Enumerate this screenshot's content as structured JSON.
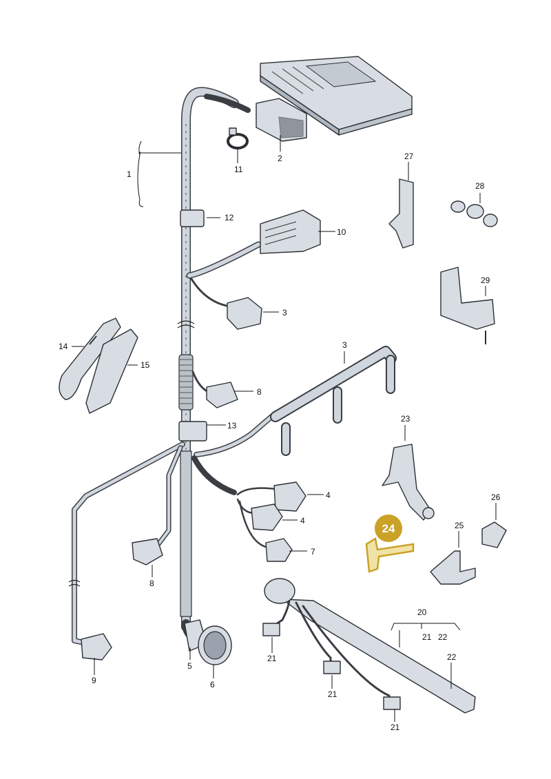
{
  "callouts": {
    "c1": "1",
    "c2": "2",
    "c3a": "3",
    "c3b": "3",
    "c4a": "4",
    "c4b": "4",
    "c5": "5",
    "c6": "6",
    "c7": "7",
    "c8a": "8",
    "c8b": "8",
    "c9": "9",
    "c10": "10",
    "c11": "11",
    "c12": "12",
    "c13": "13",
    "c14": "14",
    "c15": "15",
    "c20": "20",
    "c21a": "21",
    "c21b": "21",
    "c21c": "21",
    "c21d": "21",
    "c22a": "22",
    "c22b": "22",
    "c23": "23",
    "c24": "24",
    "c25": "25",
    "c26": "26",
    "c27": "27",
    "c28": "28",
    "c29": "29"
  },
  "colors": {
    "highlight": "#c9a227",
    "part_fill": "#d7dde3",
    "outline": "#2b2e33"
  }
}
